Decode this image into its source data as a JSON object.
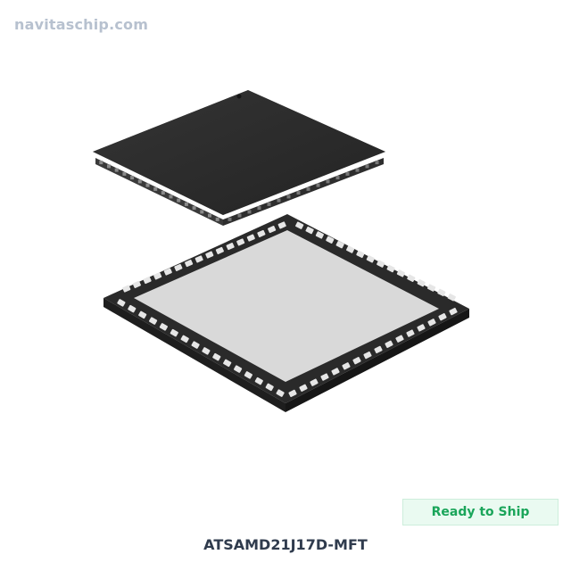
{
  "watermark": "navitaschip.com",
  "product": {
    "part_number": "ATSAMD21J17D-MFT",
    "status": "Ready to Ship"
  },
  "image": {
    "views": [
      "chip-top-view",
      "chip-bottom-view"
    ],
    "colors": {
      "package_body": "#2a2a2a",
      "thermal_pad": "#d9d9d9",
      "pins": "#e6e6e6",
      "badge_text": "#1aa55a",
      "badge_bg": "#eafaf1"
    }
  }
}
